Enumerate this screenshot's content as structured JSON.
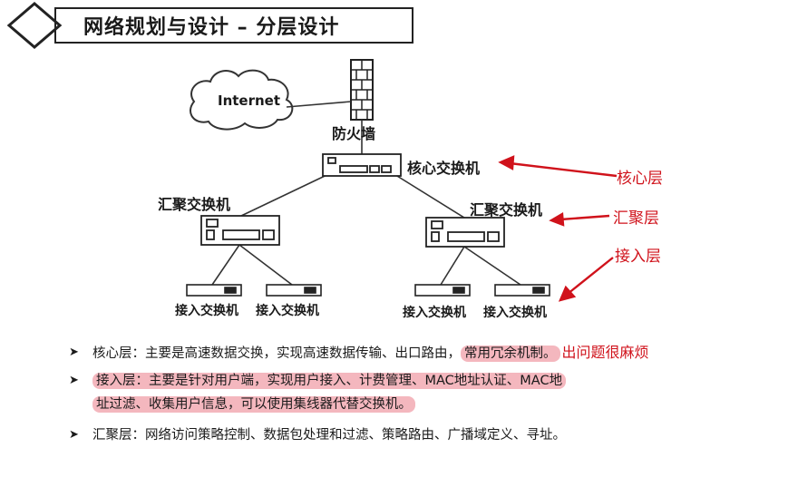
{
  "title": "网络规划与设计 – 分层设计",
  "diagram": {
    "internet": "Internet",
    "firewall": "防火墙",
    "core_switch": "核心交换机",
    "aggregation_left": "汇聚交换机",
    "aggregation_right": "汇聚交换机",
    "access_1": "接入交换机",
    "access_2": "接入交换机",
    "access_3": "接入交换机",
    "access_4": "接入交换机"
  },
  "annotations": {
    "core": "核心层",
    "aggregation": "汇聚层",
    "access": "接入层",
    "color": "#d0121b"
  },
  "bullets": {
    "core_text": "核心层：主要是高速数据交换，实现高速数据传输、出口路由，",
    "core_highlight": "常用冗余机制。",
    "core_note": "出问题很麻烦",
    "access_line1": "接入层：主要是针对用户端，实现用户接入、计费管理、MAC地址认证、MAC地",
    "access_line2": "址过滤、收集用户信息，可以使用集线器代替交换机。",
    "aggregation_text": "汇聚层：网络访问策略控制、数据包处理和过滤、策略路由、广播域定义、寻址。",
    "highlight_color": "#f4b7be"
  }
}
